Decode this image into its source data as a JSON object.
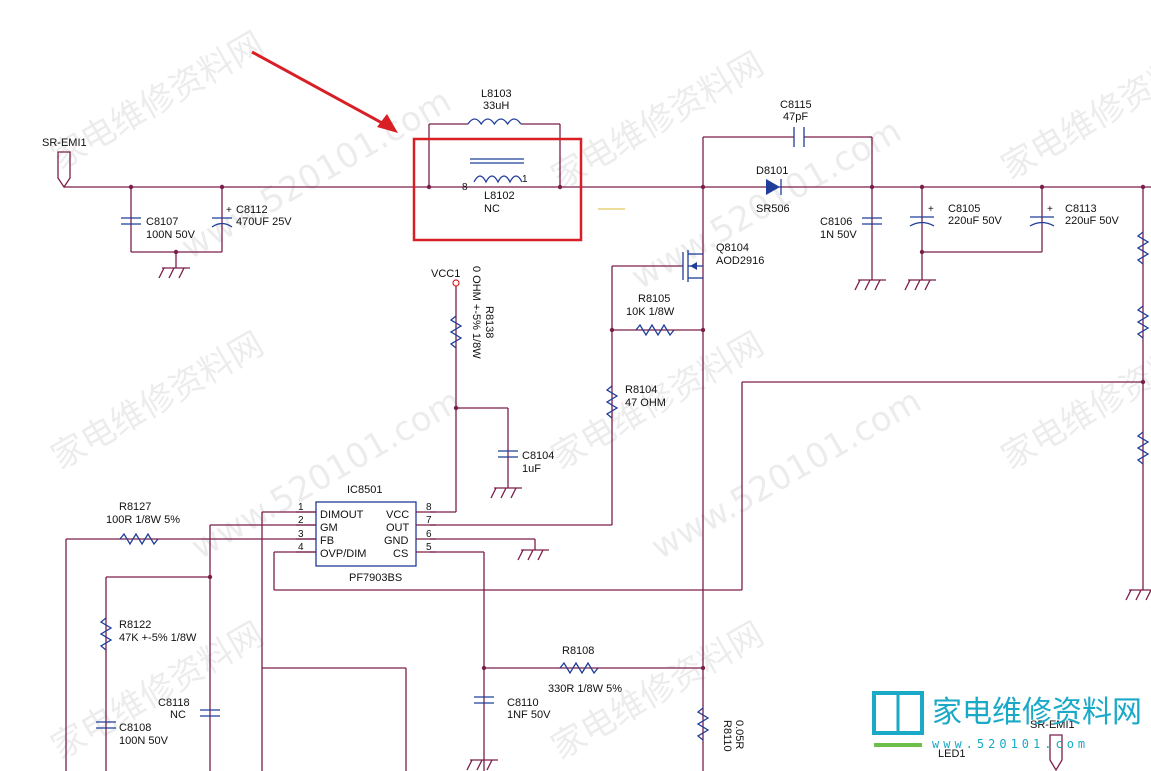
{
  "connector": {
    "name": "SR-EMI1"
  },
  "connector_right": {
    "name": "SR-EMI1",
    "sub": "LED1"
  },
  "vcc": {
    "name": "VCC1"
  },
  "components": {
    "L8103": {
      "ref": "L8103",
      "value": "33uH"
    },
    "L8102": {
      "ref": "L8102",
      "value": "NC"
    },
    "C8115": {
      "ref": "C8115",
      "value": "47pF"
    },
    "D8101": {
      "ref": "D8101",
      "value": "SR506"
    },
    "C8106": {
      "ref": "C8106",
      "value": "1N 50V"
    },
    "C8105": {
      "ref": "C8105",
      "value": "220uF 50V"
    },
    "C8113": {
      "ref": "C8113",
      "value": "220uF 50V"
    },
    "C8107": {
      "ref": "C8107",
      "value": "100N 50V"
    },
    "C8112": {
      "ref": "C8112",
      "value": "470UF 25V"
    },
    "Q8104": {
      "ref": "Q8104",
      "value": "AOD2916"
    },
    "R8105": {
      "ref": "R8105",
      "value": "10K 1/8W"
    },
    "R8104": {
      "ref": "R8104",
      "value": "47 OHM"
    },
    "R8138": {
      "ref": "R8138",
      "value": "0 OHM +-5% 1/8W"
    },
    "C8104": {
      "ref": "C8104",
      "value": "1uF"
    },
    "R8127": {
      "ref": "R8127",
      "value": "100R 1/8W 5%"
    },
    "R8122": {
      "ref": "R8122",
      "value": "47K +-5% 1/8W"
    },
    "C8118": {
      "ref": "C8118",
      "value": "NC"
    },
    "C8108": {
      "ref": "C8108",
      "value": "100N 50V"
    },
    "R8108": {
      "ref": "R8108",
      "value": "330R 1/8W 5%"
    },
    "C8110": {
      "ref": "C8110",
      "value": "1NF 50V"
    },
    "R8110": {
      "ref": "R8110",
      "value": "0.05R"
    }
  },
  "ic": {
    "ref": "IC8501",
    "part": "PF7903BS",
    "pins_left": [
      {
        "num": "1",
        "name": "DIMOUT"
      },
      {
        "num": "2",
        "name": "GM"
      },
      {
        "num": "3",
        "name": "FB"
      },
      {
        "num": "4",
        "name": "OVP/DIM"
      }
    ],
    "pins_right": [
      {
        "num": "8",
        "name": "VCC"
      },
      {
        "num": "7",
        "name": "OUT"
      },
      {
        "num": "6",
        "name": "GND"
      },
      {
        "num": "5",
        "name": "CS"
      }
    ]
  },
  "watermark": {
    "text": "家电维修资料网",
    "url": "www.520101.com"
  },
  "logo": {
    "text": "家电维修资料网",
    "url": "www.520101.com"
  },
  "colors": {
    "wire": "#7a1f4a",
    "component": "#1f3d99",
    "highlight": "#d81f26",
    "logo": "#1aa9c7"
  }
}
